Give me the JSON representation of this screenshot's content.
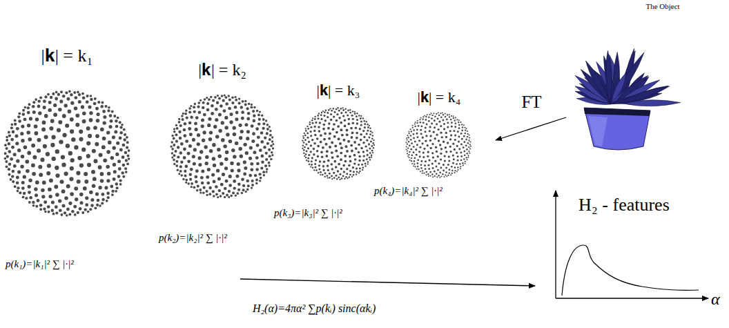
{
  "diagram": {
    "labels": [
      "The Object",
      "|𝐤| = k₁",
      "|𝐤| = k₂",
      "|𝐤| = k₃",
      "|𝐤| = k₄",
      "FT",
      "p(k₄)=|k₄|² ∑ |·|²",
      "p(k₃)=|k₃|² ∑ |·|²",
      "p(k₂)=|k₂|² ∑ |·|²",
      "p(k₁)=|k₁|² ∑ |·|²",
      "H₂ - features",
      "α",
      "H₂(α)=4πα² ∑p(kᵢ) sinc(αkᵢ)"
    ]
  }
}
